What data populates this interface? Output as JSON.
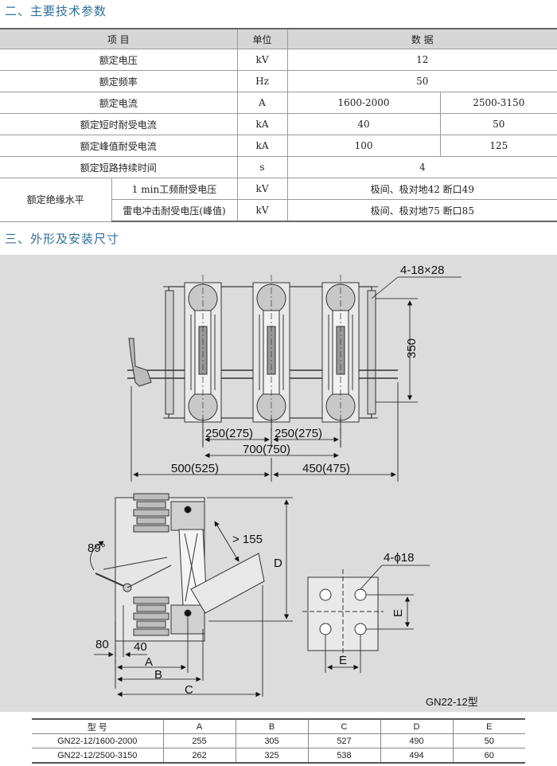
{
  "sections": {
    "params_title": "二、主要技术参数",
    "outline_title": "三、外形及安装尺寸"
  },
  "spec_table": {
    "headers": [
      "项 目",
      "单位",
      "数 据"
    ],
    "rows": [
      {
        "item": "额定电压",
        "unit": "kV",
        "value": "12"
      },
      {
        "item": "额定频率",
        "unit": "Hz",
        "value": "50"
      },
      {
        "item": "额定电流",
        "unit": "A",
        "value_a": "1600-2000",
        "value_b": "2500-3150"
      },
      {
        "item": "额定短时耐受电流",
        "unit": "kA",
        "value_a": "40",
        "value_b": "50"
      },
      {
        "item": "额定峰值耐受电流",
        "unit": "kA",
        "value_a": "100",
        "value_b": "125"
      },
      {
        "item": "额定短路持续时间",
        "unit": "s",
        "value": "4"
      }
    ],
    "insulation": {
      "group": "额定绝缘水平",
      "sub": [
        {
          "item": "1 min工频耐受电压",
          "unit": "kV",
          "value": "极间、极对地42   断口49"
        },
        {
          "item": "雷电冲击耐受电压(峰值)",
          "unit": "kV",
          "value": "极间、极对地75   断口85"
        }
      ]
    }
  },
  "drawing": {
    "holes_top": "4-18×28",
    "height_350": "350",
    "pitch_1": "250(275)",
    "pitch_2": "250(275)",
    "total_700": "700(750)",
    "left_500": "500(525)",
    "right_450": "450(475)",
    "angle": "89°",
    "gap": "> 155",
    "dim_d": "D",
    "dim_80": "80",
    "dim_40": "40",
    "dim_a": "A",
    "dim_b": "B",
    "dim_c": "C",
    "holes_plate": "4-ϕ18",
    "plate_e_v": "E",
    "plate_e_h": "E",
    "model_caption": "GN22-12型"
  },
  "model_table": {
    "headers": [
      "型 号",
      "A",
      "B",
      "C",
      "D",
      "E"
    ],
    "rows": [
      [
        "GN22-12/1600-2000",
        "255",
        "305",
        "527",
        "490",
        "50"
      ],
      [
        "GN22-12/2500-3150",
        "262",
        "325",
        "538",
        "494",
        "60"
      ]
    ]
  }
}
